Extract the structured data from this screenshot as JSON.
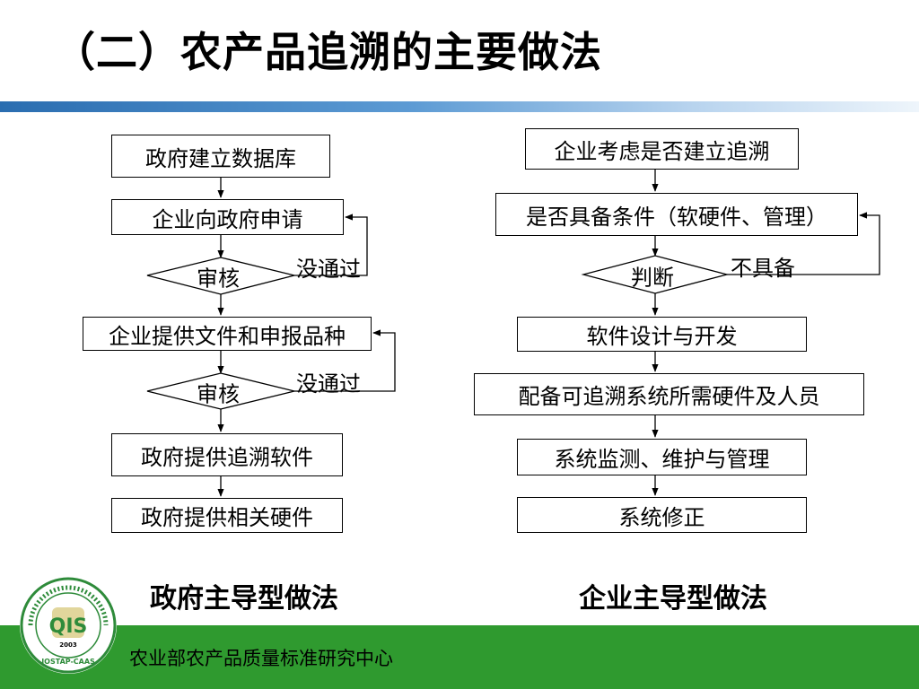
{
  "title": "（二）农产品追溯的主要做法",
  "left": {
    "caption": "政府主导型做法",
    "steps": [
      "政府建立数据库",
      "企业向政府申请",
      "企业提供文件和申报品种",
      "政府提供追溯软件",
      "政府提供相关硬件"
    ],
    "decisions": [
      "审核",
      "审核"
    ],
    "fail_labels": [
      "没通过",
      "没通过"
    ]
  },
  "right": {
    "caption": "企业主导型做法",
    "steps": [
      "企业考虑是否建立追溯",
      "是否具备条件（软硬件、管理）",
      "软件设计与开发",
      "配备可追溯系统所需硬件及人员",
      "系统监测、维护与管理",
      "系统修正"
    ],
    "decisions": [
      "判断"
    ],
    "fail_labels": [
      "不具备"
    ]
  },
  "footer": {
    "org_name": "农业部农产品质量标准研究中心",
    "logo_text": "QIS",
    "logo_year": "2003",
    "logo_abbr": "IOSTAP-CAAS"
  },
  "colors": {
    "title_bar": "#2a6db0",
    "footer_green": "#2f9a2f",
    "logo_ring": "#2e8b3a"
  }
}
